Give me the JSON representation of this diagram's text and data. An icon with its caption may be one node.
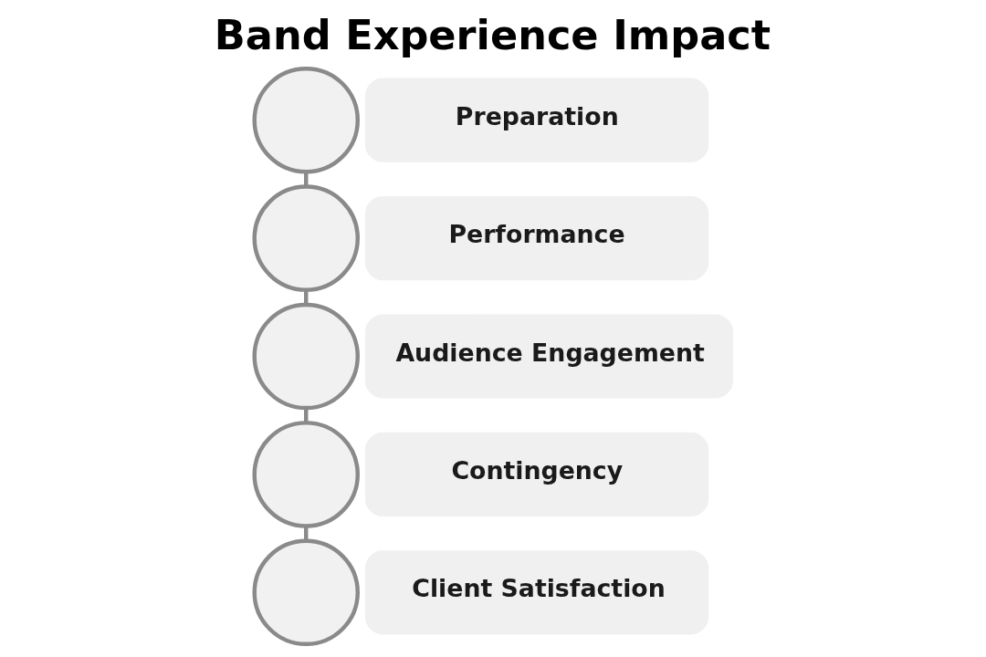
{
  "diagram": {
    "title": "Band Experience Impact",
    "nodes": [
      {
        "text": [],
        "shape": "circle"
      },
      {
        "text": [
          "Preparation"
        ]
      },
      {
        "text": [],
        "shape": "circle"
      },
      {
        "text": [
          "Performance"
        ]
      },
      {
        "text": [],
        "shape": "circle"
      },
      {
        "text": [
          "Audience Engagement"
        ]
      },
      {
        "text": [],
        "shape": "circle"
      },
      {
        "text": [
          "Contingency"
        ]
      },
      {
        "text": [],
        "shape": "circle"
      },
      {
        "text": [
          "Client Satisfaction"
        ]
      }
    ],
    "edges": [
      {
        "from": 0,
        "to": 2,
        "arrow": "none"
      },
      {
        "from": 2,
        "to": 4,
        "arrow": "none"
      },
      {
        "from": 4,
        "to": 6,
        "arrow": "none"
      },
      {
        "from": 6,
        "to": 8,
        "arrow": "none"
      }
    ]
  }
}
